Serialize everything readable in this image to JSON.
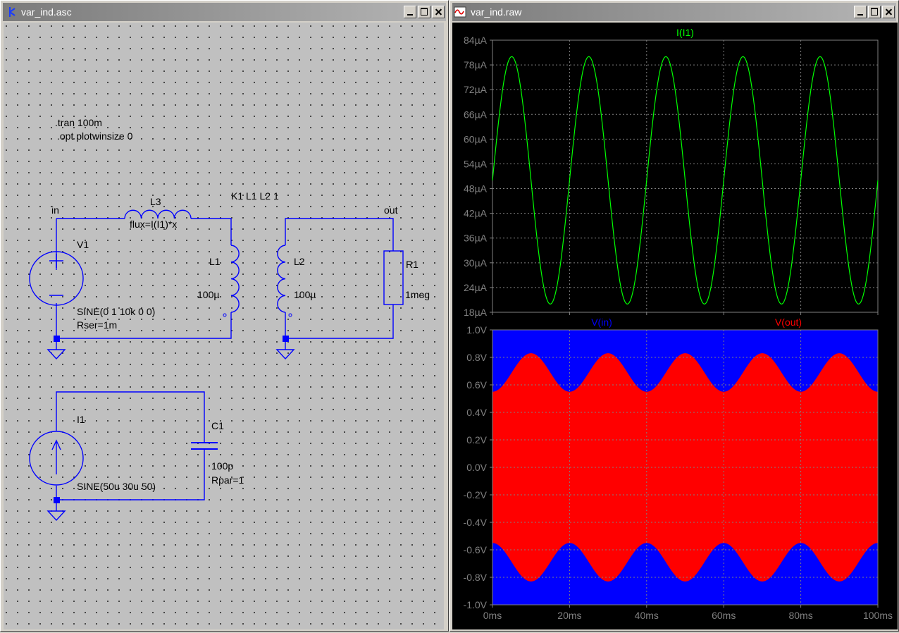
{
  "schematic_window": {
    "title": "var_ind.asc",
    "directives": [
      ".tran 100m",
      ".opt plotwinsize 0"
    ],
    "coupling": "K1 L1 L2 1",
    "nets": {
      "in": "in",
      "out": "out"
    },
    "components": {
      "L3": {
        "name": "L3",
        "value": "flux=I(I1)*x"
      },
      "V1": {
        "name": "V1",
        "value": "SINE(0 1 10k 0 0)",
        "param": "Rser=1m"
      },
      "L1": {
        "name": "L1",
        "value": "100µ"
      },
      "L2": {
        "name": "L2",
        "value": "100µ"
      },
      "R1": {
        "name": "R1",
        "value": "1meg"
      },
      "I1": {
        "name": "I1",
        "value": "SINE(50u 30u 50)"
      },
      "C1": {
        "name": "C1",
        "value": "100p",
        "param": "Rpar=1"
      }
    }
  },
  "waveform_window": {
    "title": "var_ind.raw",
    "colors": {
      "green": "#00ff00",
      "blue": "#0000ff",
      "red": "#ff0000",
      "background": "#000000",
      "axis": "#808080"
    },
    "chart_data": [
      {
        "type": "line",
        "series": [
          {
            "name": "I(I1)",
            "description": "sine 50µA ± 30µA, 50 Hz"
          }
        ],
        "ytick_labels": [
          "84µA",
          "78µA",
          "72µA",
          "66µA",
          "60µA",
          "54µA",
          "48µA",
          "42µA",
          "36µA",
          "30µA",
          "24µA",
          "18µA"
        ],
        "ylim": [
          18,
          84
        ],
        "xlim": [
          0,
          100
        ],
        "grid": true,
        "offset": 50,
        "amplitude": 30,
        "frequency_hz": 50
      },
      {
        "type": "line",
        "series": [
          {
            "name": "V(in)"
          },
          {
            "name": "V(out)"
          }
        ],
        "ytick_labels": [
          "1.0V",
          "0.8V",
          "0.6V",
          "0.4V",
          "0.2V",
          "0.0V",
          "-0.2V",
          "-0.4V",
          "-0.6V",
          "-0.8V",
          "-1.0V"
        ],
        "ylim": [
          -1.0,
          1.0
        ],
        "xtick_labels": [
          "0ms",
          "20ms",
          "40ms",
          "60ms",
          "80ms",
          "100ms"
        ],
        "xlim": [
          0,
          100
        ],
        "grid": true,
        "v_in_amplitude": 1.0,
        "v_out_envelope_center": 0.69,
        "v_out_envelope_swing": 0.14
      }
    ]
  }
}
